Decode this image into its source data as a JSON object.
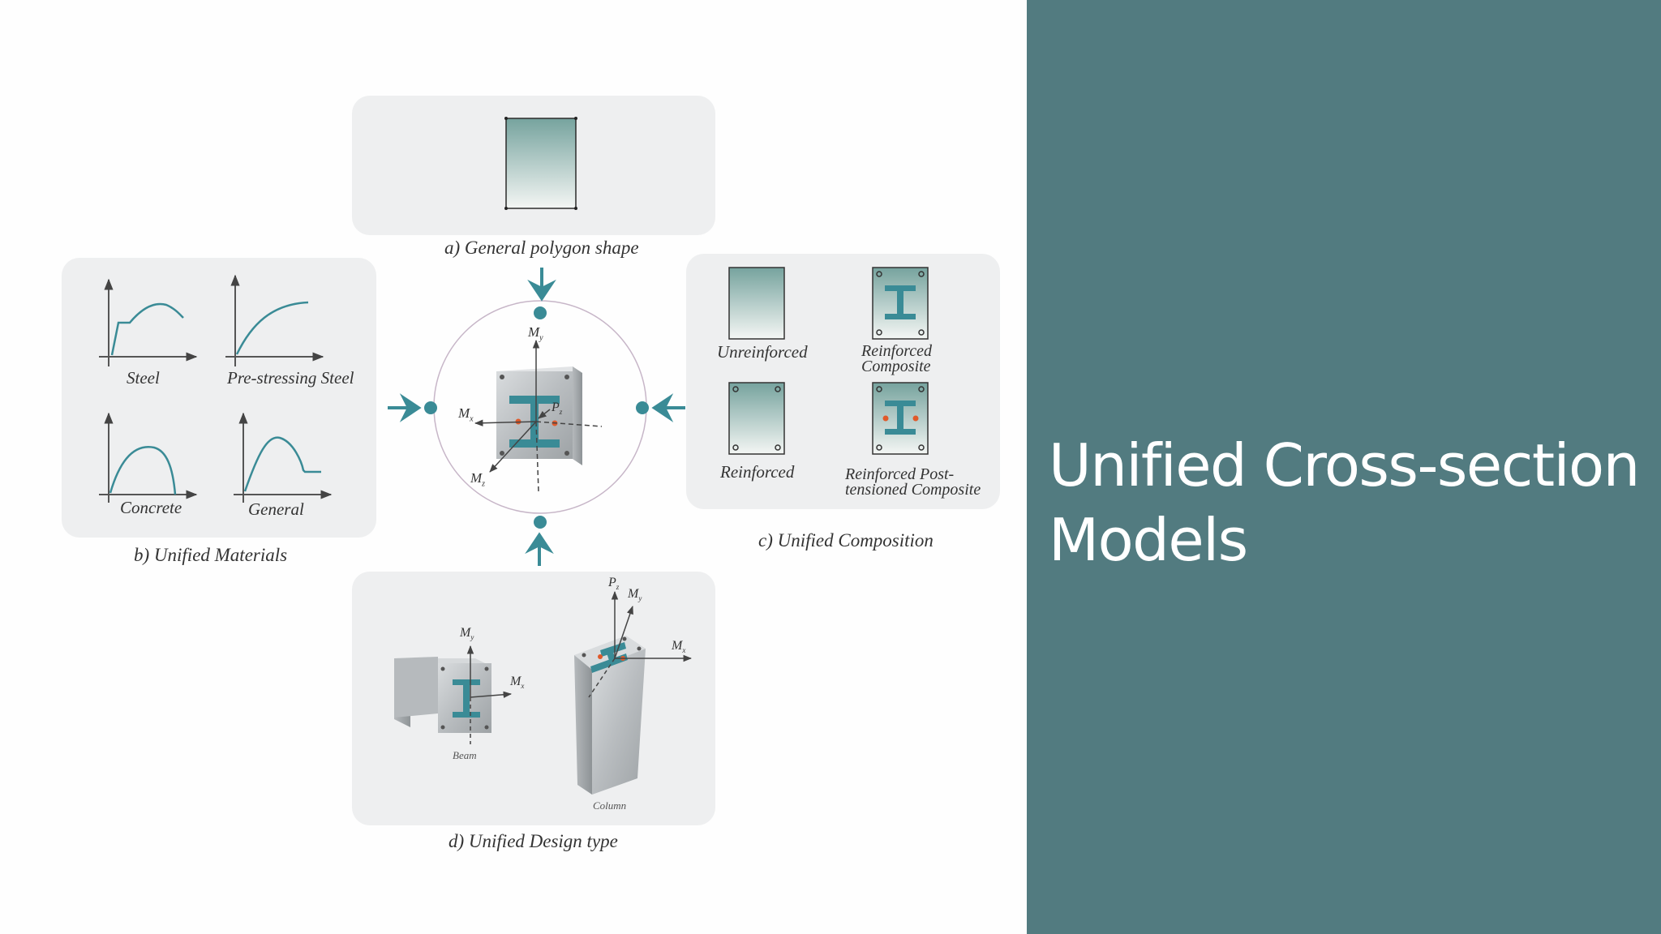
{
  "slide": {
    "title_line1": "Unified Cross-section",
    "title_line2": "Models"
  },
  "panels": {
    "a": {
      "caption": "a) General polygon shape"
    },
    "b": {
      "caption": "b) Unified Materials",
      "curves": [
        "Steel",
        "Pre-stressing Steel",
        "Concrete",
        "General"
      ]
    },
    "c": {
      "caption": "c) Unified Composition",
      "items": {
        "unreinforced": "Unreinforced",
        "reinforced_composite_1": "Reinforced",
        "reinforced_composite_2": "Composite",
        "reinforced": "Reinforced",
        "post_tensioned_1": "Reinforced Post-",
        "post_tensioned_2": "tensioned Composite"
      }
    },
    "d": {
      "caption": "d) Unified Design type",
      "beam": "Beam",
      "column": "Column"
    }
  },
  "axes": {
    "M": "M",
    "P": "P",
    "x": "x",
    "y": "y",
    "z": "z"
  },
  "colors": {
    "accent_panel": "#527b80",
    "teal": "#3a8b96",
    "panel_bg": "#eeeff0",
    "load_red": "#e05a2b"
  }
}
